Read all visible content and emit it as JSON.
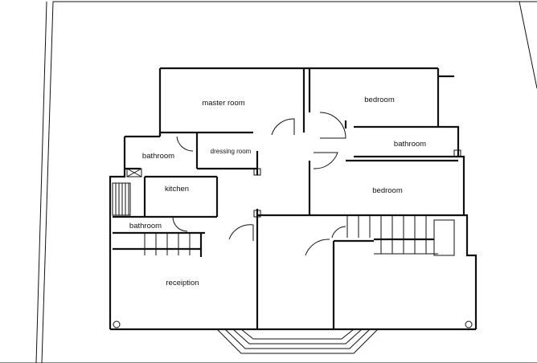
{
  "rooms": {
    "master_room": "master room",
    "bedroom_top": "bedroom",
    "bathroom_left": "bathroom",
    "dressing_room": "dressing room",
    "bathroom_right": "bathroom",
    "kitchen": "kitchen",
    "bedroom_mid": "bedroom",
    "bathroom_lower": "bathroom",
    "reception": "receiption"
  }
}
